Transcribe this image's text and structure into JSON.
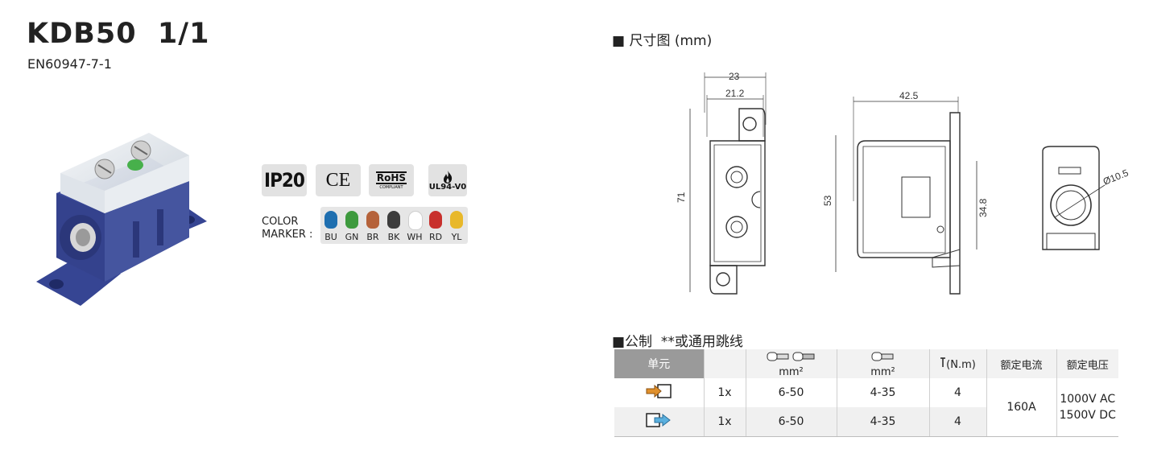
{
  "product": {
    "title": "KDB50  1/1",
    "standard": "EN60947-7-1"
  },
  "certifications": {
    "ip": "IP20",
    "ce": "CE",
    "rohs": "RoHS",
    "rohs_sub": "COMPLIANT",
    "ul": "UL94-V0"
  },
  "color_marker": {
    "label_line1": "COLOR",
    "label_line2": "MARKER :",
    "colors": [
      {
        "code": "BU",
        "hex": "#1f6fb0"
      },
      {
        "code": "GN",
        "hex": "#3e9a3e"
      },
      {
        "code": "BR",
        "hex": "#b5623a"
      },
      {
        "code": "BK",
        "hex": "#3c3c3c"
      },
      {
        "code": "WH",
        "hex": "#ffffff"
      },
      {
        "code": "RD",
        "hex": "#c8302c"
      },
      {
        "code": "YL",
        "hex": "#e8b82a"
      }
    ]
  },
  "dimensions": {
    "title": "■ 尺寸图 (mm)",
    "front": {
      "width_outer": "23",
      "width_inner": "21.2",
      "height": "71"
    },
    "side": {
      "depth": "42.5",
      "height": "53",
      "mount_height": "34.8"
    },
    "end": {
      "diameter": "Ø10.5"
    }
  },
  "table": {
    "title": "■公制  **或通用跳线",
    "headers": {
      "unit": "单元",
      "wire1_unit": "mm²",
      "wire2_unit": "mm²",
      "torque": "(N.m)",
      "rated_current": "额定电流",
      "rated_voltage": "额定电压"
    },
    "rows": [
      {
        "qty": "1x",
        "range1": "6-50",
        "range2": "4-35",
        "torque": "4"
      },
      {
        "qty": "1x",
        "range1": "6-50",
        "range2": "4-35",
        "torque": "4"
      }
    ],
    "rated_current": "160A",
    "rated_voltage_ac": "1000V AC",
    "rated_voltage_dc": "1500V DC"
  },
  "colors": {
    "product_blue": "#3a4a96",
    "header_gray": "#9a9a9a",
    "arrow_in": "#e0902c",
    "arrow_out": "#5bb0de"
  }
}
